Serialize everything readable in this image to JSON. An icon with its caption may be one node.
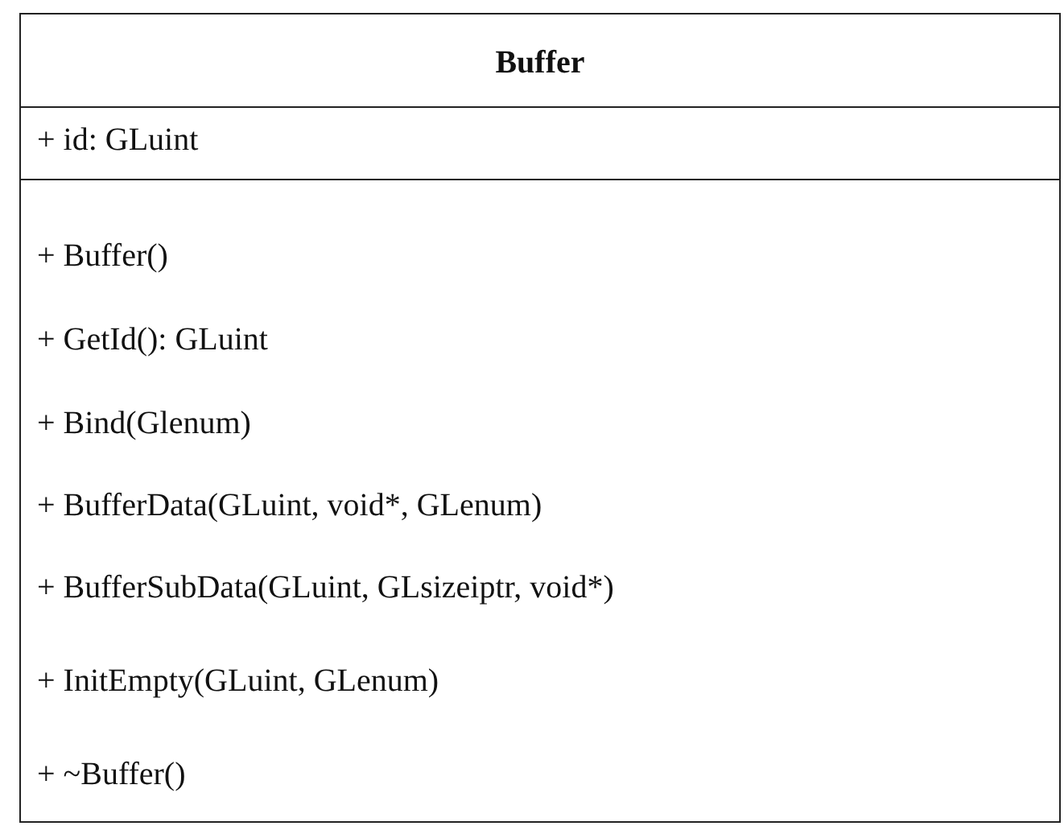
{
  "diagram": {
    "nodes": [
      {
        "text": [
          "Buffer",
          "+ id: GLuint",
          "+ Buffer()",
          "+ GetId(): GLuint",
          "+ Bind(Glenum)",
          "+ BufferData(GLuint, void*, GLenum)",
          "+ BufferSubData(GLuint, GLsizeiptr, void*)",
          "+ InitEmpty(GLuint, GLenum)",
          "+ ~Buffer()"
        ]
      }
    ]
  }
}
